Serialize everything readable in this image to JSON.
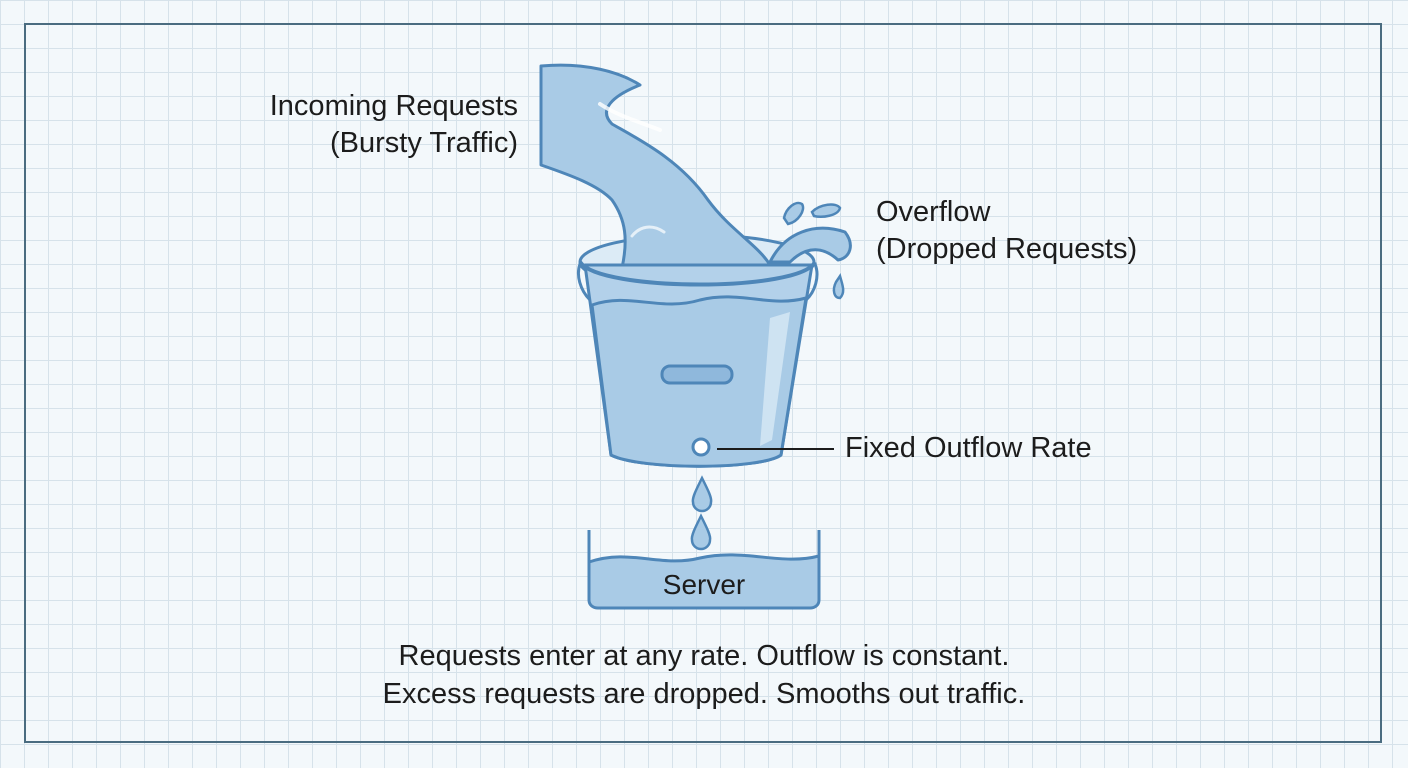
{
  "labels": {
    "incoming": [
      "Incoming Requests",
      "(Bursty Traffic)"
    ],
    "overflow": [
      "Overflow",
      "(Dropped Requests)"
    ],
    "outflow": "Fixed Outflow Rate",
    "server": "Server"
  },
  "caption": [
    "Requests enter at any rate. Outflow is constant.",
    "Excess requests are dropped. Smooths out traffic."
  ],
  "colors": {
    "water": "#a9cbe6",
    "water_light": "#c9def0",
    "outline": "#4e86b8",
    "frame": "#4a6c80",
    "text": "#1c1c1c"
  }
}
